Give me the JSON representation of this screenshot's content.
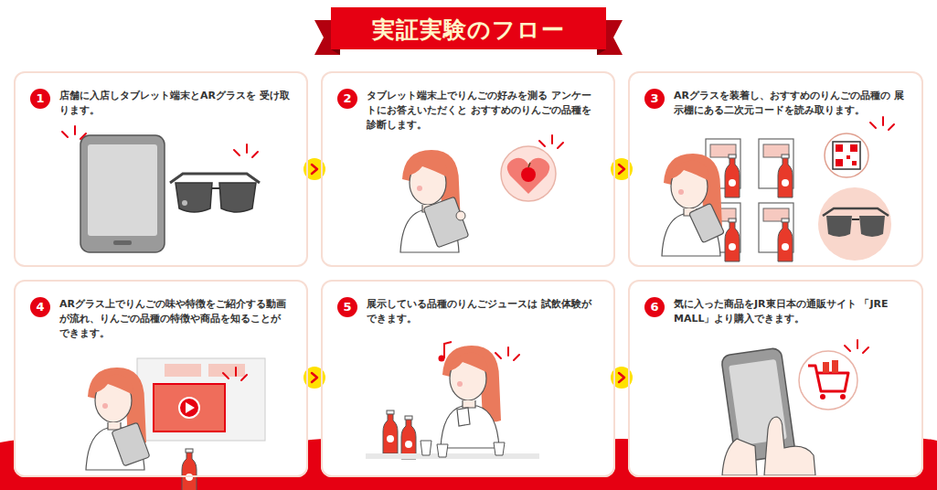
{
  "diagram": {
    "title": "実証実験のフロー",
    "nodes": [
      {
        "text": [
          "1",
          "店舗に入店しタブレット端末とARグラスを 受け取ります。"
        ]
      },
      {
        "text": [
          "2",
          "タブレット端末上でりんごの好みを測る アンケートにお答えいただくと おすすめのりんごの品種を診断します。"
        ]
      },
      {
        "text": [
          "3",
          "ARグラスを装着し、おすすめのりんごの品種の 展示棚にある二次元コードを読み取ります。"
        ]
      },
      {
        "text": [
          "4",
          "ARグラス上でりんごの味や特徴をご紹介する動画 が流れ、りんごの品種の特徴や商品を知ることが できます。"
        ]
      },
      {
        "text": [
          "5",
          "展示している品種のりんごジュースは 試飲体験ができます。"
        ]
      },
      {
        "text": [
          "6",
          "気に入った商品をJR東日本の通販サイト 「JRE MALL」より購入できます。"
        ]
      }
    ],
    "edges": [
      {
        "from": 0,
        "to": 1,
        "arrow": "to"
      },
      {
        "from": 1,
        "to": 2,
        "arrow": "to"
      },
      {
        "from": 3,
        "to": 4,
        "arrow": "to"
      },
      {
        "from": 4,
        "to": 5,
        "arrow": "to"
      }
    ]
  }
}
